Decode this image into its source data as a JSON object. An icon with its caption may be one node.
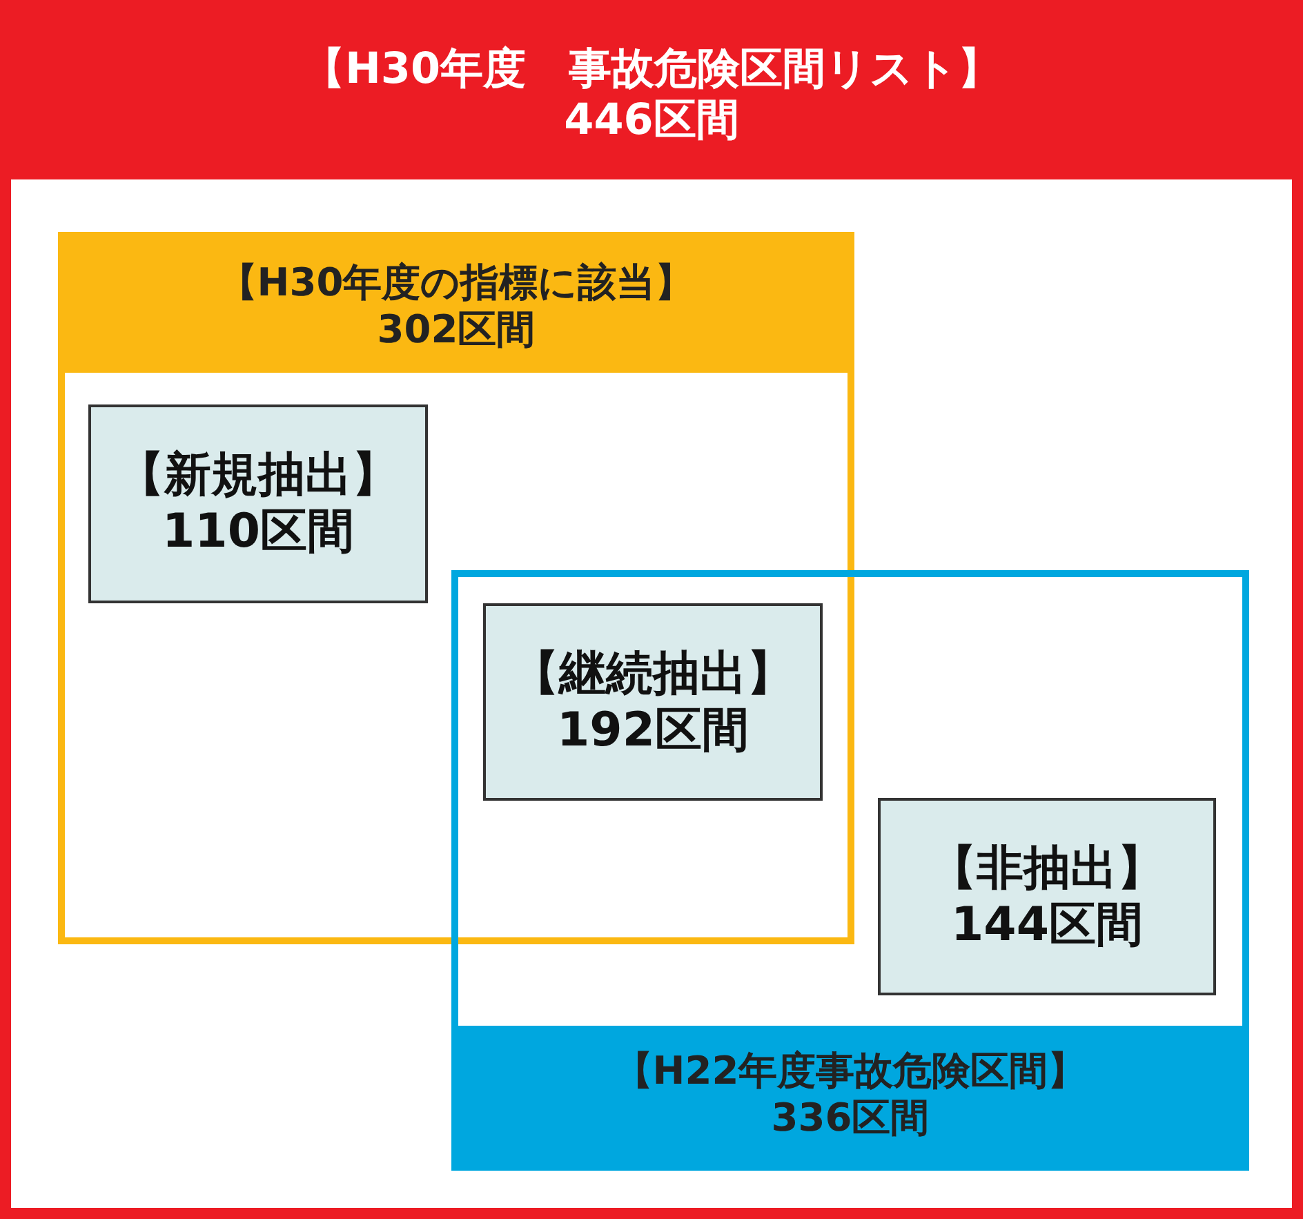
{
  "diagram": {
    "nodes": [
      {
        "text": [
          "【H30年度　事故危険区間リスト】",
          "446区間"
        ]
      },
      {
        "text": [
          "【H30年度の指標に該当】",
          "302区間"
        ],
        "in": 0
      },
      {
        "text": [
          "【新規抽出】",
          "110区間"
        ],
        "in": 1
      },
      {
        "text": [
          "【H22年度事故危険区間】",
          "336区間"
        ],
        "in": 0
      },
      {
        "text": [
          "【継続抽出】",
          "192区間"
        ]
      },
      {
        "text": [
          "【非抽出】",
          "144区間"
        ],
        "in": 3
      }
    ],
    "edges": []
  }
}
